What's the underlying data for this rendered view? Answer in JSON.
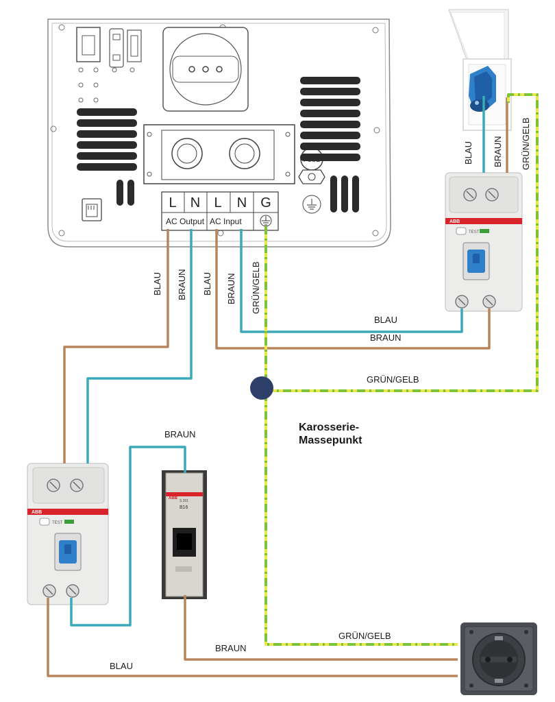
{
  "inverter": {
    "terminals": [
      "L",
      "N",
      "L",
      "N",
      "G"
    ],
    "ac_output_label": "AC Output",
    "ac_input_label": "AC Input",
    "fuse_label": "FUSE"
  },
  "wire_labels": {
    "out_l": "BLAU",
    "out_n": "BRAUN",
    "in_l": "BLAU",
    "in_n": "BRAUN",
    "ground": "GRÜN/GELB",
    "inlet_blau": "BLAU",
    "inlet_braun": "BRAUN",
    "inlet_ground": "GRÜN/GELB",
    "horiz_blau": "BLAU",
    "horiz_braun": "BRAUN",
    "horiz_ground": "GRÜN/GELB",
    "mcb_braun": "BRAUN",
    "socket_ground": "GRÜN/GELB",
    "socket_braun": "BRAUN",
    "socket_blau": "BLAU"
  },
  "mass_point": {
    "line1": "Karosserie-",
    "line2": "Massepunkt"
  },
  "rcd": {
    "brand": "ABB",
    "test_label": "TEST"
  },
  "mcb": {
    "brand": "ABB",
    "rating": "B16",
    "model": "S 201"
  },
  "colors": {
    "blau": "#3aa9b8",
    "braun": "#b8855a",
    "ground_green": "#7cc33a",
    "ground_yellow": "#e8e84a",
    "mass_point": "#2f3f6b",
    "abb_red": "#d8232a",
    "toggle_blue": "#2f7fc9"
  }
}
